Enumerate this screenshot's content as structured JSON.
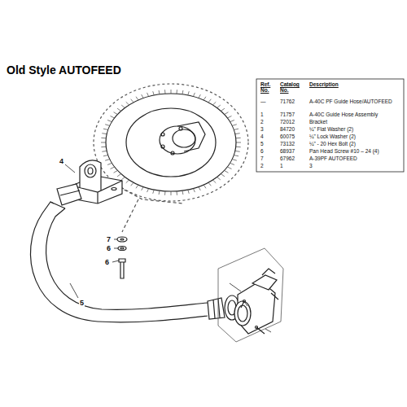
{
  "diagram": {
    "title": "Old Style AUTOFEED",
    "labels": [
      "Ref. No.",
      "Catalog No.",
      "Description",
      "—",
      "71762",
      "A-40C PF Guide Hose/AUTOFEED",
      "1",
      "71757",
      "A-40C Guide Hose Assembly",
      "2",
      "72012",
      "Bracket",
      "3",
      "84720",
      "¼\" Flat Washer (2)",
      "4",
      "60075",
      "¼\" Lock Washer (2)",
      "5",
      "73132",
      "¼\" - 20 Hex Bolt (2)",
      "6",
      "68937",
      "Pan Head Screw #10 – 24 (4)",
      "7",
      "67962",
      "A-39PF AUTOFEED",
      "2",
      "1",
      "3",
      "4",
      "5",
      "7",
      "6",
      "6"
    ]
  }
}
